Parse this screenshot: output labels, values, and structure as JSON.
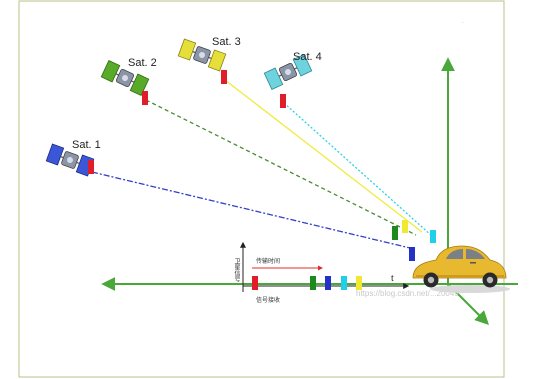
{
  "satellites": [
    {
      "label": "Sat. 1",
      "color": "#2f4fd8",
      "signal_color": "#e01e2a"
    },
    {
      "label": "Sat. 2",
      "color": "#5aaa2a",
      "signal_color": "#e01e2a"
    },
    {
      "label": "Sat. 3",
      "color": "#e6df3a",
      "signal_color": "#e01e2a"
    },
    {
      "label": "Sat. 4",
      "color": "#6fd3de",
      "signal_color": "#e01e2a"
    }
  ],
  "signal_lines": {
    "sat1": "#3340c8",
    "sat2": "#4a8a32",
    "sat3": "#f0ea40",
    "sat4": "#2cd0e8"
  },
  "timeline": {
    "y_axis_label": "卫星信号",
    "transmission_label": "传输时间",
    "t_label": "t",
    "reception_label": "信号接收",
    "pulse_colors": [
      "#e01e2a",
      "#1c8a1c",
      "#2530c8",
      "#20d0e8",
      "#f0e832"
    ]
  },
  "axes_color": "#4aa83a",
  "frame_color": "#b8c28a",
  "vehicle": {
    "body_color": "#e8b82e"
  },
  "watermark": "https://blog.csdn.net/...20049"
}
